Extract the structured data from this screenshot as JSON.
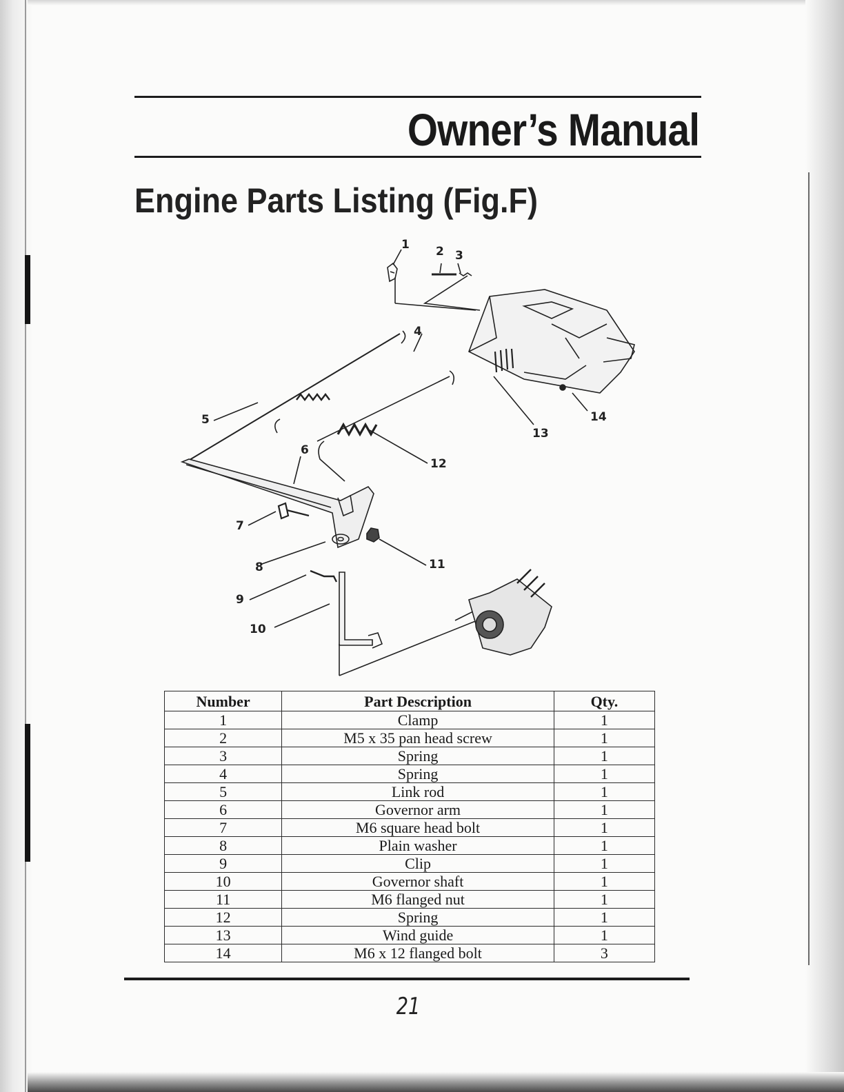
{
  "header": {
    "title": "Owner’s Manual"
  },
  "section": {
    "title": "Engine Parts Listing (Fig.F)"
  },
  "figure": {
    "callouts": [
      "1",
      "2",
      "3",
      "4",
      "5",
      "6",
      "7",
      "8",
      "9",
      "10",
      "11",
      "12",
      "13",
      "14"
    ]
  },
  "table": {
    "headers": {
      "number": "Number",
      "description": "Part Description",
      "qty": "Qty."
    },
    "rows": [
      {
        "number": "1",
        "description": "Clamp",
        "qty": "1"
      },
      {
        "number": "2",
        "description": "M5 x 35 pan head screw",
        "qty": "1"
      },
      {
        "number": "3",
        "description": "Spring",
        "qty": "1"
      },
      {
        "number": "4",
        "description": "Spring",
        "qty": "1"
      },
      {
        "number": "5",
        "description": "Link rod",
        "qty": "1"
      },
      {
        "number": "6",
        "description": "Governor arm",
        "qty": "1"
      },
      {
        "number": "7",
        "description": "M6 square head bolt",
        "qty": "1"
      },
      {
        "number": "8",
        "description": "Plain washer",
        "qty": "1"
      },
      {
        "number": "9",
        "description": "Clip",
        "qty": "1"
      },
      {
        "number": "10",
        "description": "Governor shaft",
        "qty": "1"
      },
      {
        "number": "11",
        "description": "M6 flanged nut",
        "qty": "1"
      },
      {
        "number": "12",
        "description": "Spring",
        "qty": "1"
      },
      {
        "number": "13",
        "description": "Wind guide",
        "qty": "1"
      },
      {
        "number": "14",
        "description": "M6 x 12 flanged bolt",
        "qty": "3"
      }
    ]
  },
  "footer": {
    "page_number": "21"
  }
}
